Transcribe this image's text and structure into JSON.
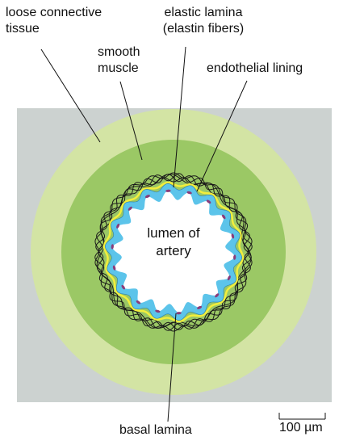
{
  "labels": {
    "loose_connective_line1": "loose connective",
    "loose_connective_line2": "tissue",
    "smooth_muscle_line1": "smooth",
    "smooth_muscle_line2": "muscle",
    "elastic_lamina_line1": "elastic lamina",
    "elastic_lamina_line2": "(elastin fibers)",
    "endothelial_lining": "endothelial lining",
    "lumen_line1": "lumen of",
    "lumen_line2": "artery",
    "basal_lamina": "basal lamina",
    "scale_bar": "100 µm"
  },
  "colors": {
    "background": "#ccd2d0",
    "connective": "#d3e4a4",
    "smooth_muscle": "#9bc865",
    "basal_yellow": "#f2ee3c",
    "endothelium": "#5cc4ea",
    "nucleus": "#8a3c7a",
    "lumen": "#ffffff",
    "elastin": "#1a1a1a"
  }
}
